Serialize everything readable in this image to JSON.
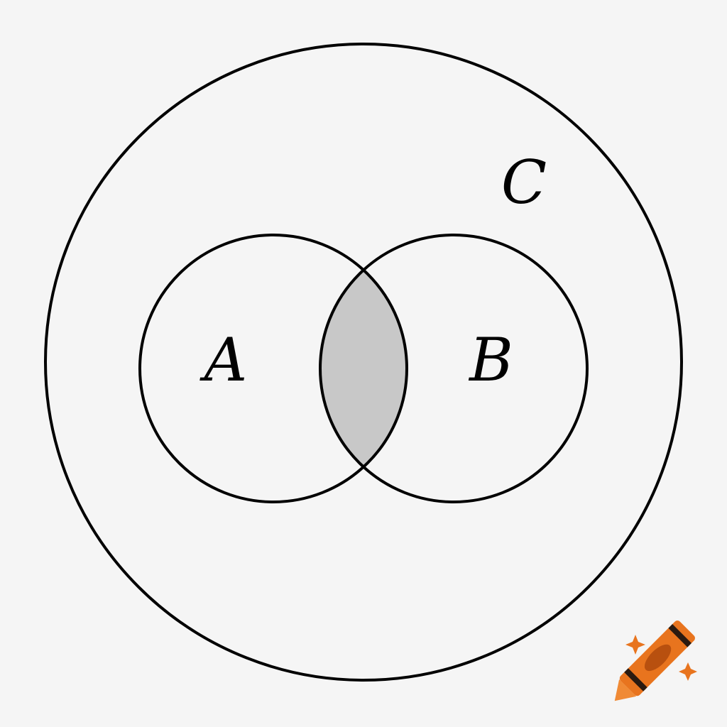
{
  "diagram": {
    "type": "venn",
    "sets": [
      {
        "id": "A",
        "label": "A"
      },
      {
        "id": "B",
        "label": "B"
      },
      {
        "id": "C",
        "label": "C"
      }
    ],
    "relationships": {
      "A_and_B_inside": "C",
      "A_overlaps": "B"
    },
    "shaded_region": "A ∩ B",
    "colors": {
      "background": "#f5f5f5",
      "stroke": "#000000",
      "shading": "#c8c8c8",
      "crayon_body": "#e8741e",
      "crayon_dark": "#b8500f",
      "crayon_tip": "#f08a35",
      "sparkle": "#e8741e"
    },
    "decoration": {
      "icon": "crayon-icon",
      "sparkles": "sparkle-icon"
    }
  }
}
